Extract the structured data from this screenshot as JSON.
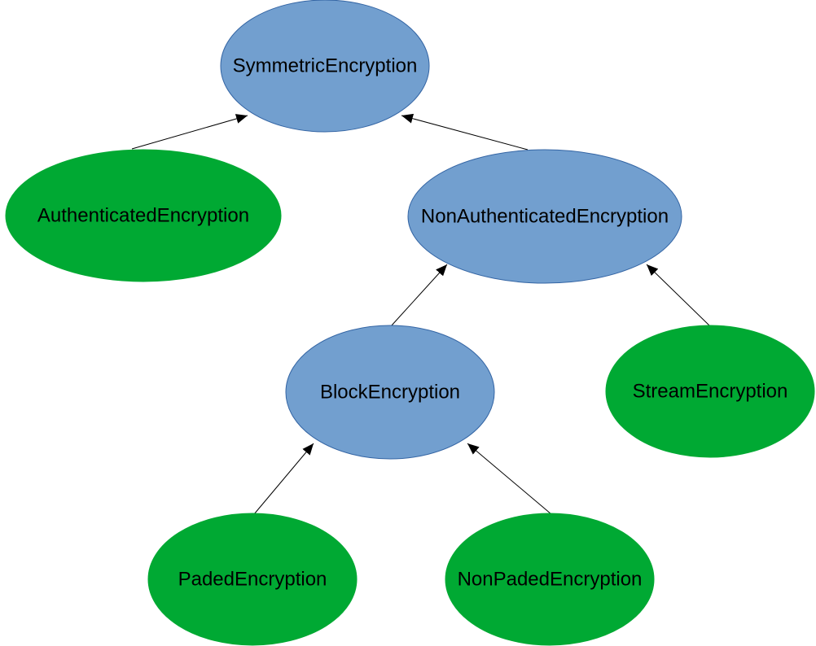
{
  "colors": {
    "abstract_fill": "#729fcf",
    "concrete_fill": "#00a933",
    "node_stroke": "#3465a4",
    "edge": "#000000",
    "text": "#000000"
  },
  "nodes": {
    "symmetric": {
      "label": "SymmetricEncryption",
      "kind": "abstract"
    },
    "authenticated": {
      "label": "AuthenticatedEncryption",
      "kind": "concrete"
    },
    "non_authenticated": {
      "label": "NonAuthenticatedEncryption",
      "kind": "abstract"
    },
    "block": {
      "label": "BlockEncryption",
      "kind": "abstract"
    },
    "stream": {
      "label": "StreamEncryption",
      "kind": "concrete"
    },
    "padded": {
      "label": "PadedEncryption",
      "kind": "concrete"
    },
    "non_padded": {
      "label": "NonPadedEncryption",
      "kind": "concrete"
    }
  },
  "edges": [
    {
      "from": "authenticated",
      "to": "symmetric"
    },
    {
      "from": "non_authenticated",
      "to": "symmetric"
    },
    {
      "from": "block",
      "to": "non_authenticated"
    },
    {
      "from": "stream",
      "to": "non_authenticated"
    },
    {
      "from": "padded",
      "to": "block"
    },
    {
      "from": "non_padded",
      "to": "block"
    }
  ]
}
